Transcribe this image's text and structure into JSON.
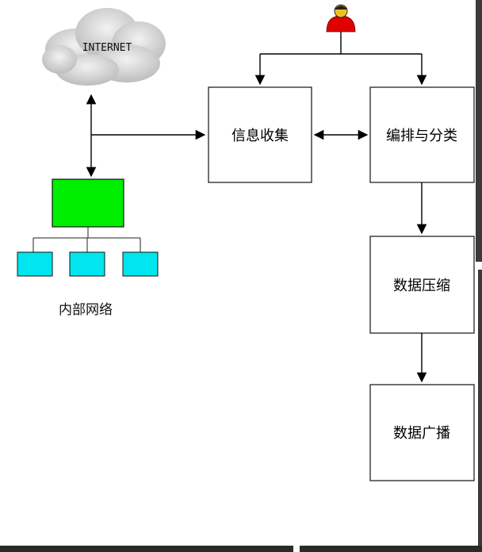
{
  "diagram": {
    "cloud_label": "INTERNET",
    "nodes": {
      "collect": "信息收集",
      "classify": "编排与分类",
      "compress": "数据压缩",
      "broadcast": "数据广播"
    },
    "lan_label": "内部网络"
  },
  "colors": {
    "server": "#00ee00",
    "client": "#00e5ee",
    "user_body": "#e00000",
    "user_head": "#f0c020",
    "cloud": "#d6d6d6"
  },
  "icons": [
    "cloud-icon",
    "user-icon",
    "server-icon",
    "client-computer-icon"
  ]
}
